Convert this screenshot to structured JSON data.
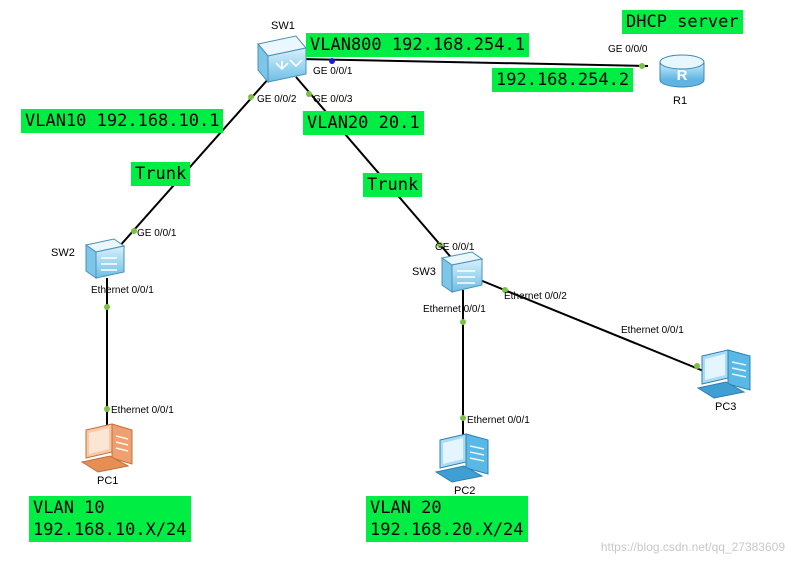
{
  "devices": {
    "sw1": "SW1",
    "sw2": "SW2",
    "sw3": "SW3",
    "r1": "R1",
    "pc1": "PC1",
    "pc2": "PC2",
    "pc3": "PC3",
    "router_glyph": "R"
  },
  "ports": {
    "sw1_g1": "GE 0/0/1",
    "sw1_g2": "GE 0/0/2",
    "sw1_g3": "GE 0/0/3",
    "r1_g0": "GE 0/0/0",
    "sw2_g1": "GE 0/0/1",
    "sw2_e1": "Ethernet 0/0/1",
    "sw3_g1": "GE 0/0/1",
    "sw3_e1": "Ethernet 0/0/1",
    "sw3_e2": "Ethernet 0/0/2",
    "pc1_e1": "Ethernet 0/0/1",
    "pc2_e1": "Ethernet 0/0/1",
    "pc3_e1": "Ethernet 0/0/1"
  },
  "notes": {
    "dhcp": "DHCP server",
    "vlan800": "VLAN800 192.168.254.1",
    "r1_ip": "192.168.254.2",
    "vlan10": "VLAN10 192.168.10.1",
    "vlan20": "VLAN20 20.1",
    "trunk_left": "Trunk",
    "trunk_right": "Trunk",
    "pc1_vlan": "VLAN 10",
    "pc1_net": "192.168.10.X/24",
    "pc2_vlan": "VLAN 20",
    "pc2_net": "192.168.20.X/24"
  },
  "watermark": "https://blog.csdn.net/qq_27383609",
  "colors": {
    "label_bg": "#00ee44",
    "port_dot": "#7cc242",
    "active_port_dot": "#1a1acc",
    "switch_blue": "#8fd0ee",
    "pc_blue": "#59b8e6",
    "pc_orange": "#f0a070"
  }
}
